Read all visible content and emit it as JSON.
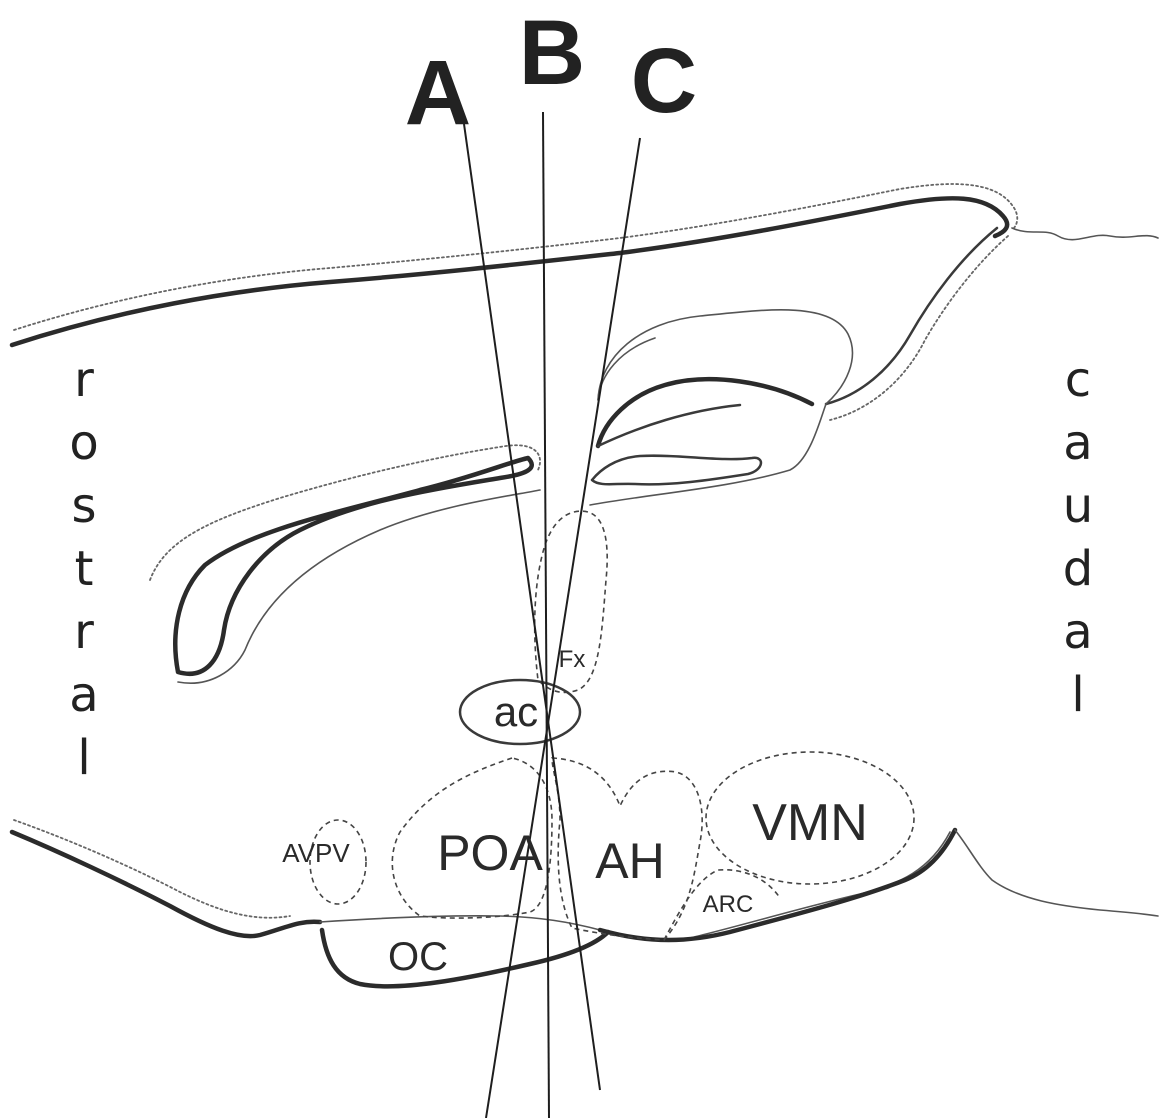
{
  "section_lines": {
    "a": "A",
    "b": "B",
    "c": "C"
  },
  "orientation": {
    "left": "rostral",
    "right": "caudal"
  },
  "regions": {
    "fx": "Fx",
    "ac": "ac",
    "avpv": "AVPV",
    "poa": "POA",
    "ah": "AH",
    "vmn": "VMN",
    "arc": "ARC",
    "oc": "OC"
  }
}
